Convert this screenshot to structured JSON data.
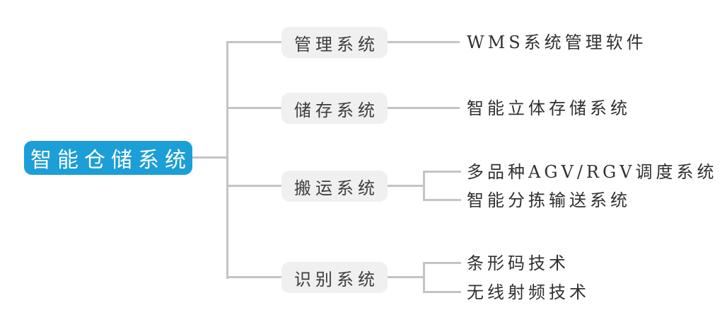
{
  "diagram": {
    "type": "mindmap-tree",
    "root": {
      "label": "智能仓储系统"
    },
    "branches": [
      {
        "label": "管理系统",
        "children": [
          {
            "label": "WMS系统管理软件"
          }
        ]
      },
      {
        "label": "储存系统",
        "children": [
          {
            "label": "智能立体存储系统"
          }
        ]
      },
      {
        "label": "搬运系统",
        "children": [
          {
            "label": "多品种AGV/RGV调度系统"
          },
          {
            "label": "智能分拣输送系统"
          }
        ]
      },
      {
        "label": "识别系统",
        "children": [
          {
            "label": "条形码技术"
          },
          {
            "label": "无线射频技术"
          }
        ]
      }
    ],
    "colors": {
      "root_bg": "#1C9ED7",
      "root_text": "#FFFFFF",
      "branch_bg": "#F0F0F0",
      "branch_text": "#3D3D3D",
      "leaf_text": "#303030",
      "line": "#C4C4C4"
    }
  }
}
